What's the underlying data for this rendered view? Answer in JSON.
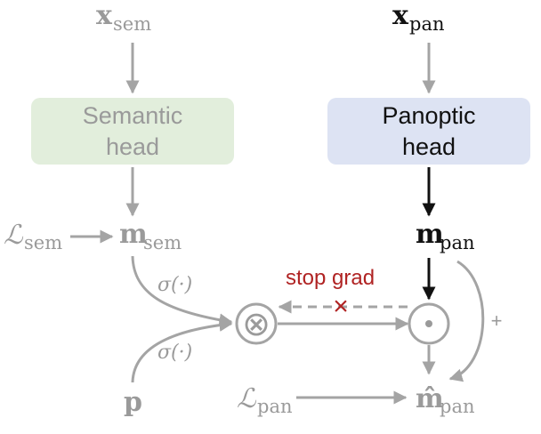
{
  "nodes": {
    "x_sem": {
      "base": "x",
      "sub": "sem"
    },
    "x_pan": {
      "base": "x",
      "sub": "pan"
    },
    "semantic_head": {
      "line1": "Semantic",
      "line2": "head"
    },
    "panoptic_head": {
      "line1": "Panoptic",
      "line2": "head"
    },
    "m_sem": {
      "base": "m",
      "sub": "sem"
    },
    "m_pan": {
      "base": "m",
      "sub": "pan"
    },
    "loss_sem": {
      "base": "ℒ",
      "sub": "sem"
    },
    "loss_pan": {
      "base": "ℒ",
      "sub": "pan"
    },
    "p": {
      "base": "p"
    },
    "m_hat_pan": {
      "base": "m̂",
      "sub": "pan"
    }
  },
  "operators": {
    "product": "⊗",
    "hadamard": "⊙",
    "plus": "+"
  },
  "edge_labels": {
    "sigmoid_top": "σ(·)",
    "sigmoid_bottom": "σ(·)",
    "stop_grad": "stop grad",
    "stop_mark": "×"
  },
  "colors": {
    "semantic_head_fill": "#e2eedc",
    "panoptic_head_fill": "#dde3f3",
    "inactive": "#9a9a9a",
    "active": "#111111",
    "stop_grad": "#b02323"
  }
}
